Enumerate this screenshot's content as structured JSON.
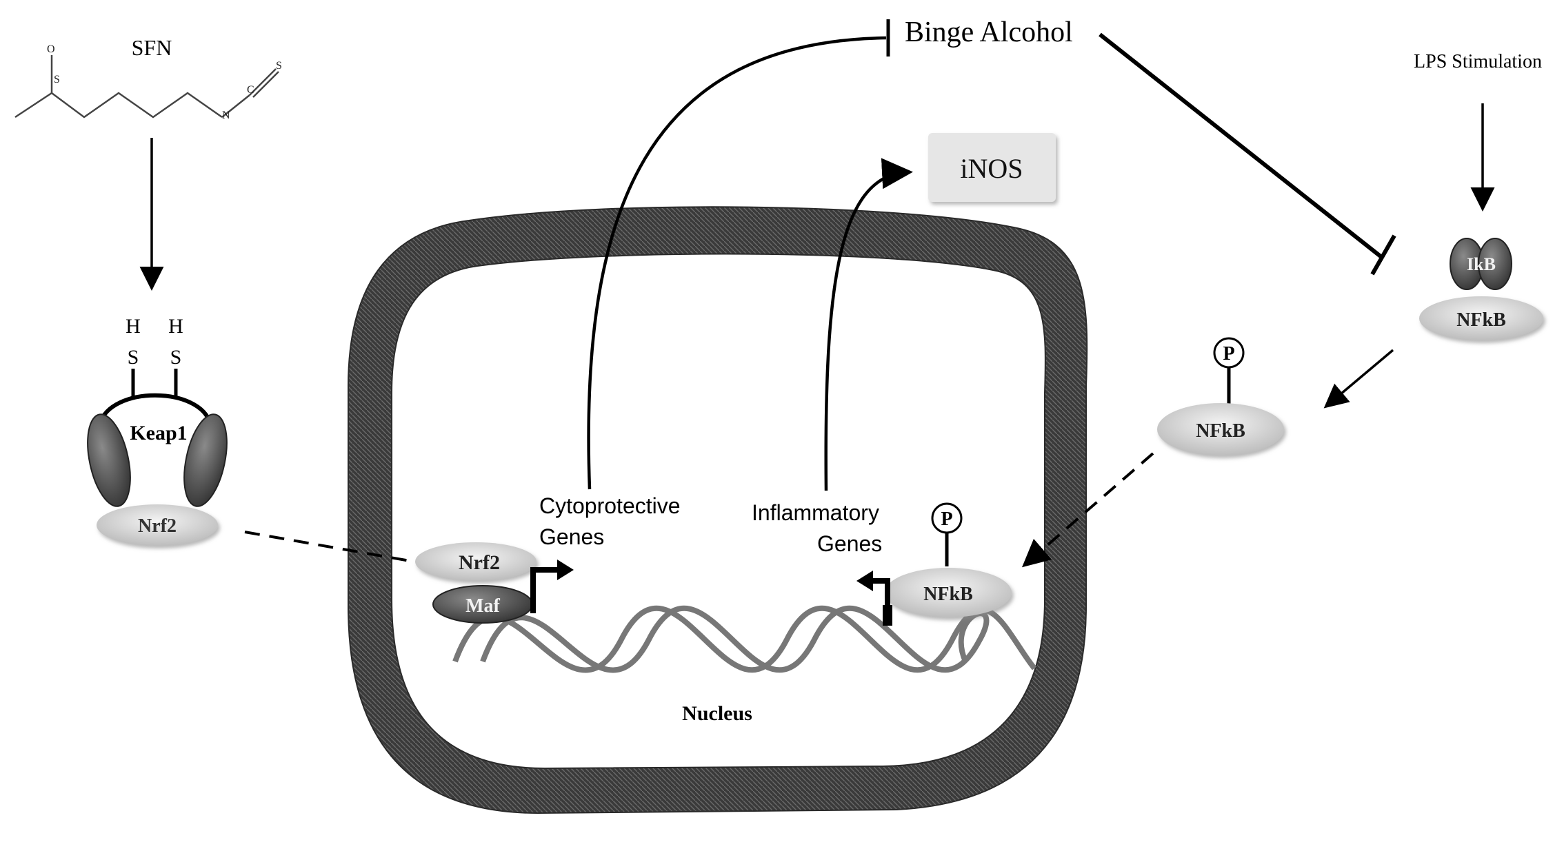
{
  "labels": {
    "sfn": "SFN",
    "s_atom": "S",
    "o_atom": "O",
    "n_atom": "N",
    "c_atom": "C",
    "h1": "H",
    "s1": "S",
    "h2": "H",
    "s2": "S",
    "keap1": "Keap1",
    "nrf2_cyto": "Nrf2",
    "binge_alcohol": "Binge Alcohol",
    "inos": "iNOS",
    "lps": "LPS Stimulation",
    "ikb": "IkB",
    "nfkb_complex": "NFkB",
    "p_cyto": "P",
    "nfkb_cyto": "NFkB",
    "cytoprotective_line1": "Cytoprotective",
    "cytoprotective_line2": "Genes",
    "inflammatory_line1": "Inflammatory",
    "inflammatory_line2": "Genes",
    "p_nuc": "P",
    "nfkb_nuc": "NFkB",
    "nrf2_nuc": "Nrf2",
    "maf": "Maf",
    "nucleus": "Nucleus"
  },
  "colors": {
    "membrane": "#3d3d3d",
    "dna": "#7a7a7a",
    "protein_light": "#d8d8d8",
    "protein_dark": "#555555",
    "inos_box": "#e6e6e6"
  }
}
